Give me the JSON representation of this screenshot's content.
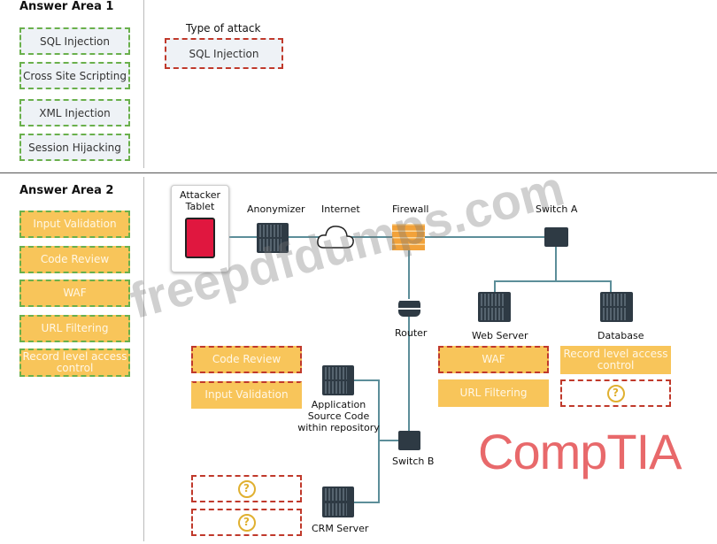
{
  "area1": {
    "title": "Answer Area 1",
    "options": [
      "SQL Injection",
      "Cross Site Scripting",
      "XML Injection",
      "Session Hijacking"
    ],
    "type_label": "Type of attack",
    "type_value": "SQL Injection"
  },
  "area2": {
    "title": "Answer Area 2",
    "options": [
      "Input Validation",
      "Code Review",
      "WAF",
      "URL Filtering",
      "Record level access control"
    ]
  },
  "diagram": {
    "attacker": "Attacker Tablet",
    "anonymizer": "Anonymizer",
    "internet": "Internet",
    "firewall": "Firewall",
    "switch_a": "Switch A",
    "router": "Router",
    "web_server": "Web Server",
    "database": "Database",
    "app_server": "Application Source Code within repository",
    "switch_b": "Switch B",
    "crm": "CRM Server"
  },
  "slots": {
    "web1": "WAF",
    "web2": "URL Filtering",
    "db1": "Record level access control",
    "db2": "?",
    "app1": "Code Review",
    "app2": "Input Validation",
    "crm1": "?",
    "crm2": "?"
  },
  "logo": "CompTIA",
  "watermark": "freepdfdumps.com",
  "colors": {
    "orange": "#f8c55a",
    "green_dash": "#6ab04c",
    "red_dash": "#c0392b",
    "logo": "#e8696b"
  }
}
